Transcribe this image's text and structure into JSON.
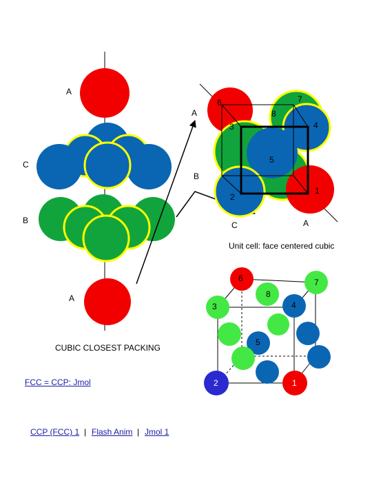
{
  "colors": {
    "red": "#f20000",
    "blue": "#0a66b3",
    "green": "#12a43c",
    "light_green": "#44e844",
    "dark_blue": "#2a2ad0",
    "yellow": "#ffff00"
  },
  "stack": {
    "layer_labels": [
      "A",
      "C",
      "B",
      "A"
    ],
    "caption": "CUBIC CLOSEST PACKING"
  },
  "cell_top": {
    "sphere_numbers": [
      "6",
      "7",
      "8",
      "3",
      "4",
      "5",
      "1",
      "2"
    ],
    "side_labels": [
      "A",
      "B",
      "C",
      "A"
    ],
    "caption": "Unit cell: face centered cubic"
  },
  "cell_bottom": {
    "sphere_numbers": [
      "6",
      "7",
      "8",
      "3",
      "4",
      "5",
      "2",
      "1"
    ]
  },
  "links": {
    "jmol_link": "FCC = CCP:  Jmol",
    "ccp_link": "CCP (FCC) 1",
    "flash_link": "Flash Anim",
    "jmol1_link": "Jmol 1",
    "separator": "|"
  }
}
